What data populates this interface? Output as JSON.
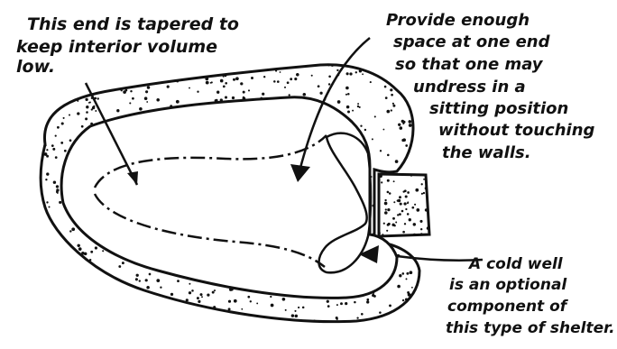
{
  "annotations": {
    "tapered_end": {
      "lines": [
        "This end is tapered to",
        "keep interior volume",
        "low."
      ]
    },
    "sitting_space": {
      "lines": [
        "Provide enough",
        "space at one end",
        "so that one may",
        "undress in a",
        "sitting position",
        "without touching",
        "the walls."
      ]
    },
    "cold_well": {
      "lines": [
        "A cold well",
        "is an optional",
        "component of",
        "this type of shelter."
      ]
    }
  },
  "colors": {
    "ink": "#111111",
    "background": "#ffffff"
  }
}
